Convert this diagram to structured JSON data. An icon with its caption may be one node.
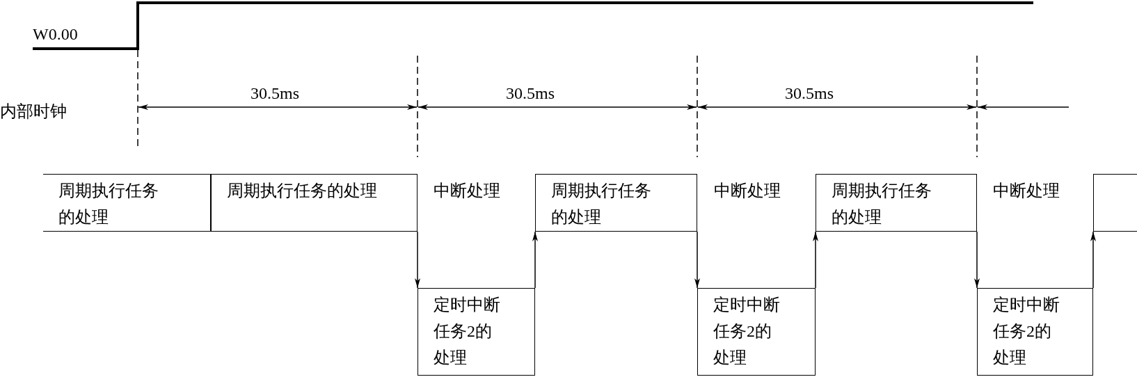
{
  "diagram": {
    "nodes": [
      {
        "text": [
          "周期执行任务的处理"
        ]
      },
      {
        "text": [
          "周期执行任务的处理"
        ]
      },
      {
        "text": [
          "周期执行任务的处理"
        ]
      },
      {
        "text": [
          "周期执行任务的处理"
        ]
      },
      {
        "text": [],
        "shape": "box"
      },
      {
        "text": [
          "定时中断任务2的处理"
        ]
      },
      {
        "text": [
          "定时中断任务2的处理"
        ]
      },
      {
        "text": [
          "定时中断任务2的处理"
        ]
      }
    ],
    "edges": [
      {
        "from": 1,
        "to": 5,
        "arrow": "to"
      },
      {
        "from": 5,
        "to": 2,
        "arrow": "to"
      },
      {
        "from": 2,
        "to": 6,
        "arrow": "to"
      },
      {
        "from": 6,
        "to": 3,
        "arrow": "to"
      },
      {
        "from": 3,
        "to": 7,
        "arrow": "to"
      },
      {
        "from": 7,
        "to": 4,
        "arrow": "to"
      }
    ],
    "labels": [
      "W0.00",
      "30.5ms",
      "30.5ms",
      "30.5ms",
      "内部时钟",
      "中断处理",
      "中断处理",
      "中断处理"
    ]
  }
}
